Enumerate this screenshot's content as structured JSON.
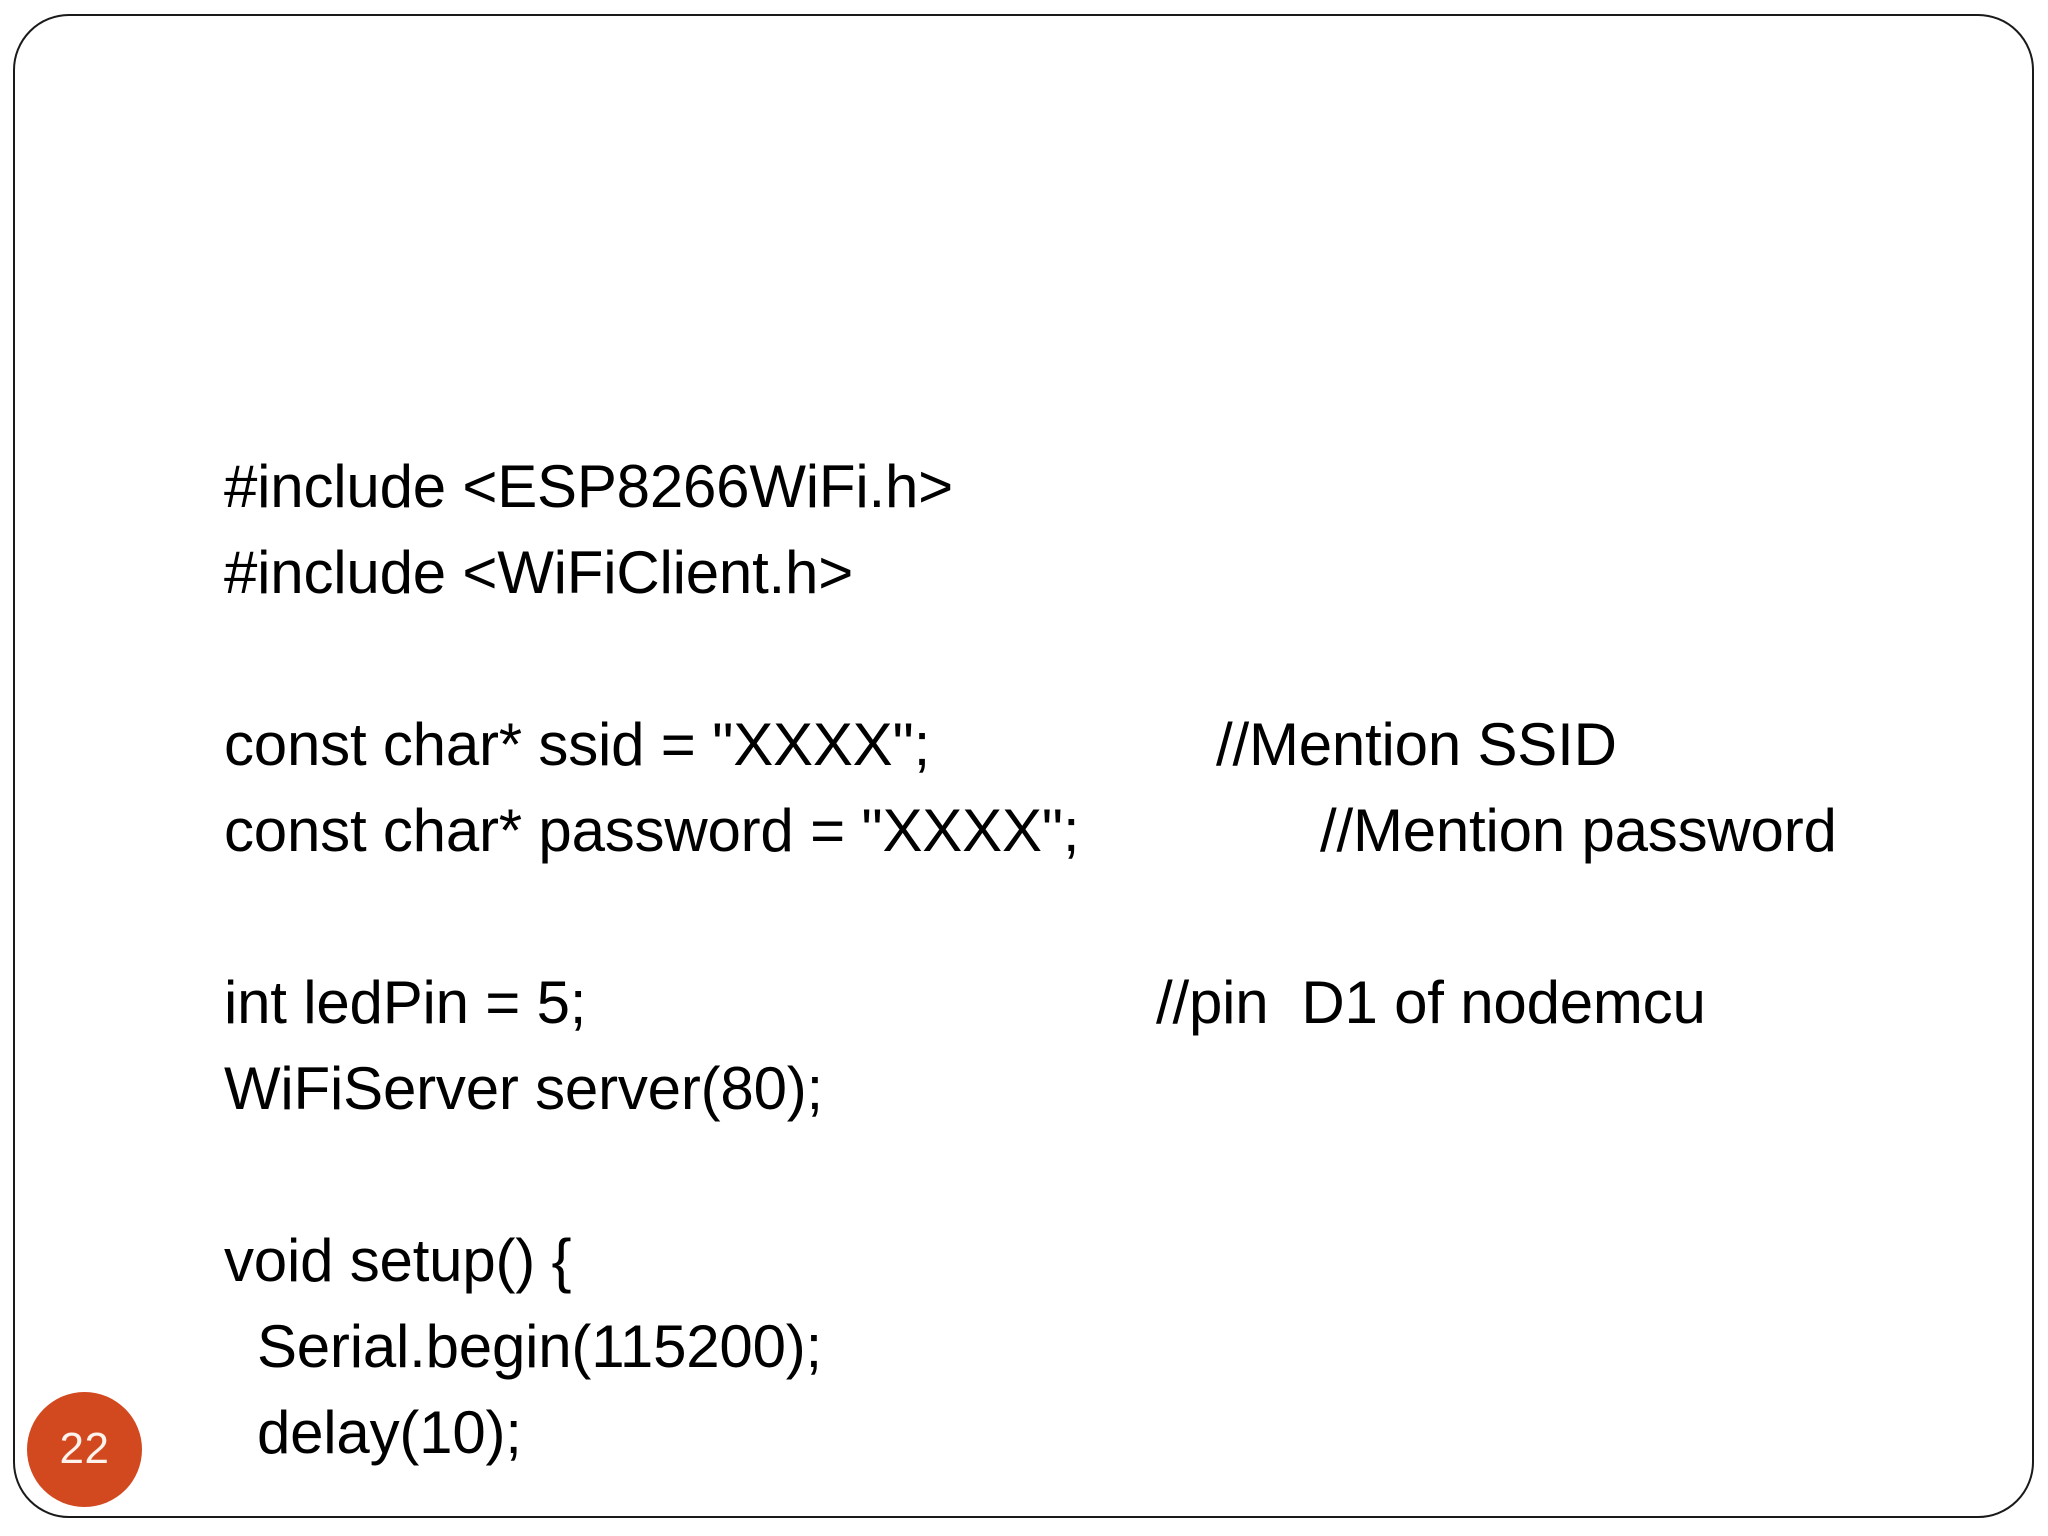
{
  "slide": {
    "page_number": "22",
    "badge_color": "#d2491f",
    "badge_text_color": "#fdf2ec",
    "border_color": "#1a1a1a",
    "background_color": "#ffffff",
    "text_color": "#000000"
  },
  "code": {
    "language": "arduino-c",
    "lines": [
      {
        "text": "#include <ESP8266WiFi.h>",
        "comment": ""
      },
      {
        "text": "#include <WiFiClient.h>",
        "comment": ""
      },
      {
        "text": "",
        "comment": ""
      },
      {
        "text": "const char* ssid = \"XXXX\";",
        "comment": "//Mention SSID"
      },
      {
        "text": "const char* password = \"XXXX\";",
        "comment": "//Mention password"
      },
      {
        "text": "",
        "comment": ""
      },
      {
        "text": "int ledPin = 5;",
        "comment": "//pin  D1 of nodemcu"
      },
      {
        "text": "WiFiServer server(80);",
        "comment": ""
      },
      {
        "text": "",
        "comment": ""
      },
      {
        "text": "void setup() {",
        "comment": ""
      },
      {
        "text": "  Serial.begin(115200);",
        "comment": ""
      },
      {
        "text": "  delay(10);",
        "comment": ""
      }
    ],
    "comment_columns": {
      "line_3": 1216,
      "line_4": 1320,
      "line_6": 1156
    }
  }
}
